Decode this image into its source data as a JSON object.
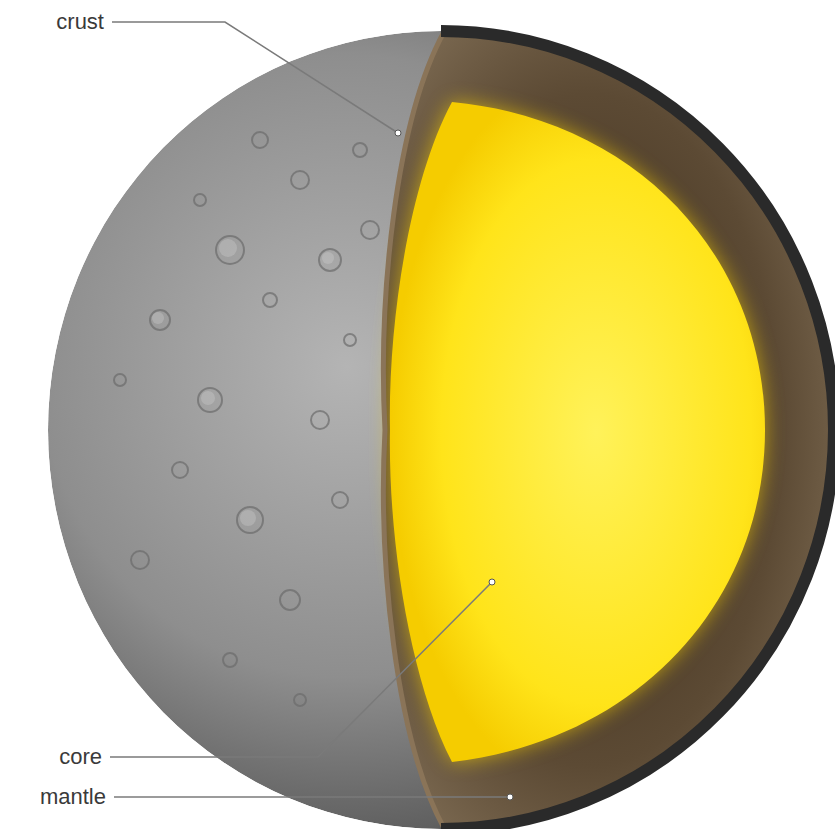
{
  "diagram": {
    "labels": [
      "crust",
      "core",
      "mantle"
    ]
  }
}
